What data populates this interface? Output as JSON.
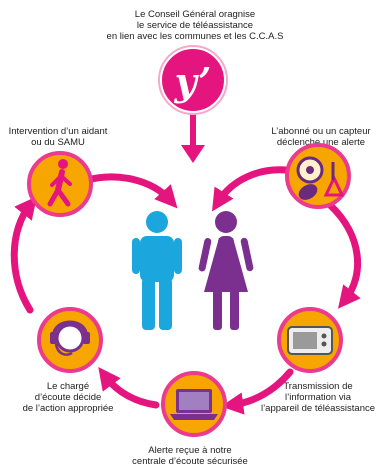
{
  "top_text": [
    "Le Conseil Général oragnise",
    "le service de téléassistance",
    "en lien avec les communes et les C.C.A.S"
  ],
  "logo_text": "y’",
  "steps": [
    {
      "label": [
        "L’abonné ou un capteur",
        "déclenche une alerte"
      ],
      "icon": "sensor-devices-icon"
    },
    {
      "label": [
        "Transmission de",
        "l’information via",
        "l’appareil de téléassistance"
      ],
      "icon": "teleassistance-device-icon"
    },
    {
      "label": [
        "Alerte reçue à notre",
        "centrale d’écoute sécurisée"
      ],
      "icon": "laptop-icon"
    },
    {
      "label": [
        "Le chargé",
        "d’écoute décide",
        "de l’action appropriée"
      ],
      "icon": "headset-operator-icon"
    },
    {
      "label": [
        "Intervention d’un aidant",
        "ou du SAMU"
      ],
      "icon": "walking-person-icon"
    }
  ],
  "colors": {
    "magenta": "#e5157f",
    "orange": "#f7a600",
    "blue_figure": "#1ba6dd",
    "purple_figure": "#7b2f8e",
    "ring_outline": "#ec3a8f"
  }
}
